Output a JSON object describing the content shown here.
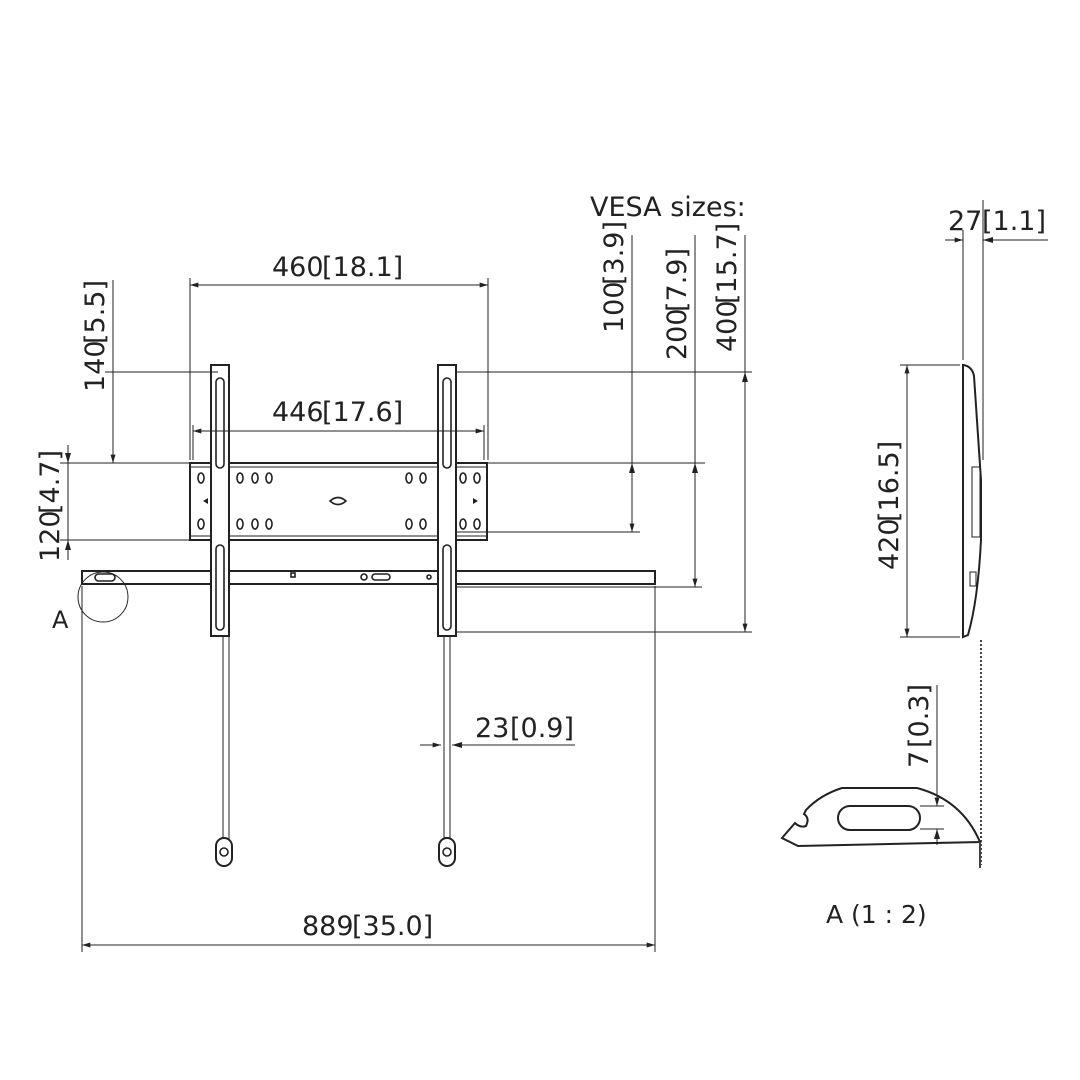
{
  "drawing": {
    "vesa_title": "VESA sizes:",
    "dimensions": {
      "width_460": {
        "mm": "460",
        "in": "[18.1]"
      },
      "width_446": {
        "mm": "446",
        "in": "[17.6]"
      },
      "height_140": {
        "mm": "140",
        "in": "[5.5]"
      },
      "height_120": {
        "mm": "120",
        "in": "[4.7]"
      },
      "vesa_100": {
        "mm": "100",
        "in": "[3.9]"
      },
      "vesa_200": {
        "mm": "200",
        "in": "[7.9]"
      },
      "vesa_400": {
        "mm": "400",
        "in": "[15.7]"
      },
      "width_889": {
        "mm": "889",
        "in": "[35.0]"
      },
      "rail_23": {
        "mm": "23",
        "in": "[0.9]"
      },
      "depth_27": {
        "mm": "27",
        "in": "[1.1]"
      },
      "height_420": {
        "mm": "420",
        "in": "[16.5]"
      },
      "detail_7": {
        "mm": "7",
        "in": "[0.3]"
      }
    },
    "detail_marker": "A",
    "detail_caption": "A (1 : 2)"
  }
}
